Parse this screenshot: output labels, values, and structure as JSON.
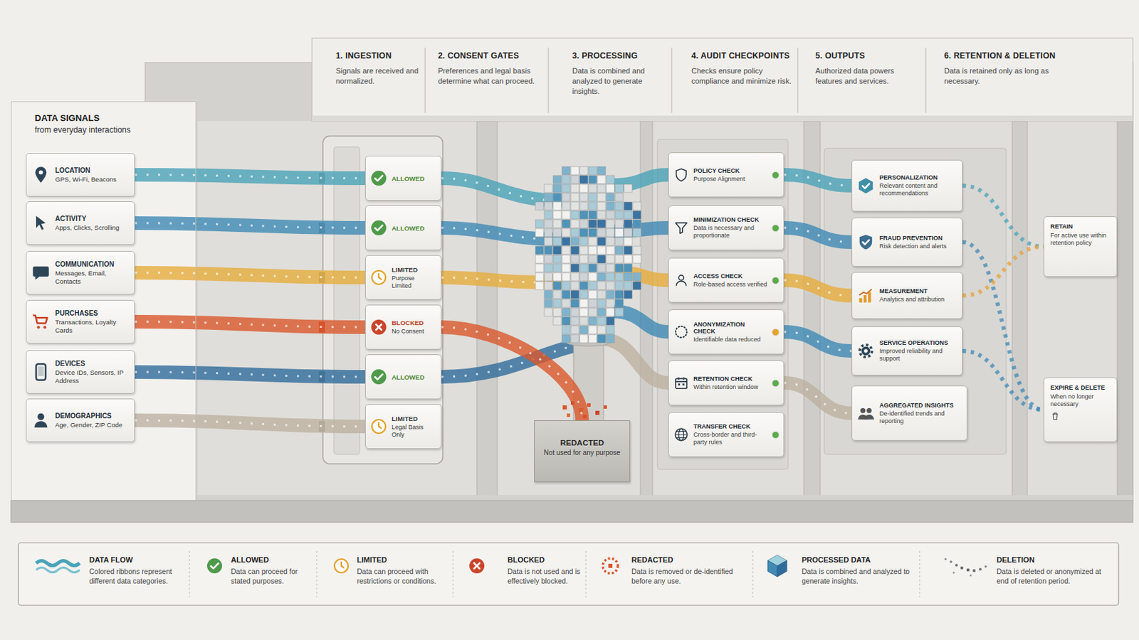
{
  "diagram": {
    "nodes": [
      {
        "text": [
          "1. INGESTION",
          "Signals are received and normalized."
        ]
      },
      {
        "text": [
          "2. CONSENT GATES",
          "Preferences and legal basis determine what can proceed."
        ]
      },
      {
        "text": [
          "3. PROCESSING",
          "Data is combined and analyzed to generate insights."
        ]
      },
      {
        "text": [
          "4. AUDIT CHECKPOINTS",
          "Checks ensure policy compliance and minimize risk."
        ]
      },
      {
        "text": [
          "5. OUTPUTS",
          "Authorized data powers features and services."
        ]
      },
      {
        "text": [
          "6. RETENTION & DELETION",
          "Data is retained only as long as necessary."
        ]
      },
      {
        "text": [
          "DATA SIGNALS",
          "from everyday interactions"
        ]
      },
      {
        "text": [
          "LOCATION",
          "GPS, Wi-Fi, Beacons"
        ],
        "in": 6
      },
      {
        "text": [
          "ACTIVITY",
          "Apps, Clicks, Scrolling"
        ],
        "in": 6
      },
      {
        "text": [
          "COMMUNICATION",
          "Messages, Email, Contacts"
        ],
        "in": 6
      },
      {
        "text": [
          "PURCHASES",
          "Transactions, Loyalty Cards"
        ],
        "in": 6
      },
      {
        "text": [
          "DEVICES",
          "Device IDs, Sensors, IP Address"
        ],
        "in": 6
      },
      {
        "text": [
          "DEMOGRAPHICS",
          "Age, Gender, ZIP Code"
        ],
        "in": 6
      },
      {
        "text": [
          "ALLOWED"
        ]
      },
      {
        "text": [
          "ALLOWED"
        ]
      },
      {
        "text": [
          "LIMITED",
          "Purpose Limited"
        ]
      },
      {
        "text": [
          "BLOCKED",
          "No Consent"
        ]
      },
      {
        "text": [
          "ALLOWED"
        ]
      },
      {
        "text": [
          "LIMITED",
          "Legal Basis Only"
        ]
      },
      {
        "text": [
          "REDACTED",
          "Not used for any purpose"
        ]
      },
      {
        "text": [
          "POLICY CHECK",
          "Purpose Alignment"
        ]
      },
      {
        "text": [
          "MINIMIZATION CHECK",
          "Data is necessary and proportionate"
        ]
      },
      {
        "text": [
          "ACCESS CHECK",
          "Role-based access verified"
        ]
      },
      {
        "text": [
          "ANONYMIZATION CHECK",
          "Identifiable data reduced"
        ]
      },
      {
        "text": [
          "RETENTION CHECK",
          "Within retention window"
        ]
      },
      {
        "text": [
          "TRANSFER CHECK",
          "Cross-border and third-party rules"
        ]
      },
      {
        "text": [
          "PERSONALIZATION",
          "Relevant content and recommendations"
        ]
      },
      {
        "text": [
          "FRAUD PREVENTION",
          "Risk detection and alerts"
        ]
      },
      {
        "text": [
          "MEASUREMENT",
          "Analytics and attribution"
        ]
      },
      {
        "text": [
          "SERVICE OPERATIONS",
          "Improved reliability and support"
        ]
      },
      {
        "text": [
          "AGGREGATED INSIGHTS",
          "De-identified trends and reporting"
        ]
      },
      {
        "text": [
          "RETAIN",
          "For active use within retention policy"
        ]
      },
      {
        "text": [
          "EXPIRE & DELETE",
          "When no longer necessary"
        ]
      }
    ],
    "edges": [
      {
        "from": 7,
        "to": 13,
        "arrow": "none"
      },
      {
        "from": 8,
        "to": 14,
        "arrow": "none"
      },
      {
        "from": 9,
        "to": 15,
        "arrow": "none"
      },
      {
        "from": 10,
        "to": 16,
        "arrow": "none"
      },
      {
        "from": 11,
        "to": 17,
        "arrow": "none"
      },
      {
        "from": 12,
        "to": 18,
        "arrow": "none"
      },
      {
        "from": 16,
        "to": 19,
        "arrow": "none"
      },
      {
        "from": 20,
        "to": 26,
        "arrow": "none"
      },
      {
        "from": 21,
        "to": 27,
        "arrow": "none"
      },
      {
        "from": 22,
        "to": 28,
        "arrow": "none"
      },
      {
        "from": 23,
        "to": 29,
        "arrow": "none"
      },
      {
        "from": 24,
        "to": 30,
        "arrow": "none"
      },
      {
        "from": 26,
        "to": 31,
        "arrow": "none"
      },
      {
        "from": 27,
        "to": 32,
        "arrow": "none"
      },
      {
        "from": 28,
        "to": 31,
        "arrow": "none"
      },
      {
        "from": 29,
        "to": 32,
        "arrow": "none"
      }
    ],
    "labels": [
      "Colored ribbons represent different data categories.",
      "Data can proceed for stated purposes.",
      "Data can proceed with restrictions or conditions.",
      "Data is not used and is effectively blocked.",
      "Data is removed or de-identified before any use.",
      "Data is combined and analyzed to generate insights.",
      "Data is deleted or anonymized at end of retention period."
    ],
    "legend": [
      {
        "text": "DATA FLOW"
      },
      {
        "text": "ALLOWED"
      },
      {
        "text": "LIMITED"
      },
      {
        "text": "BLOCKED"
      },
      {
        "text": "REDACTED"
      },
      {
        "text": "PROCESSED DATA"
      },
      {
        "text": "DELETION"
      }
    ]
  }
}
